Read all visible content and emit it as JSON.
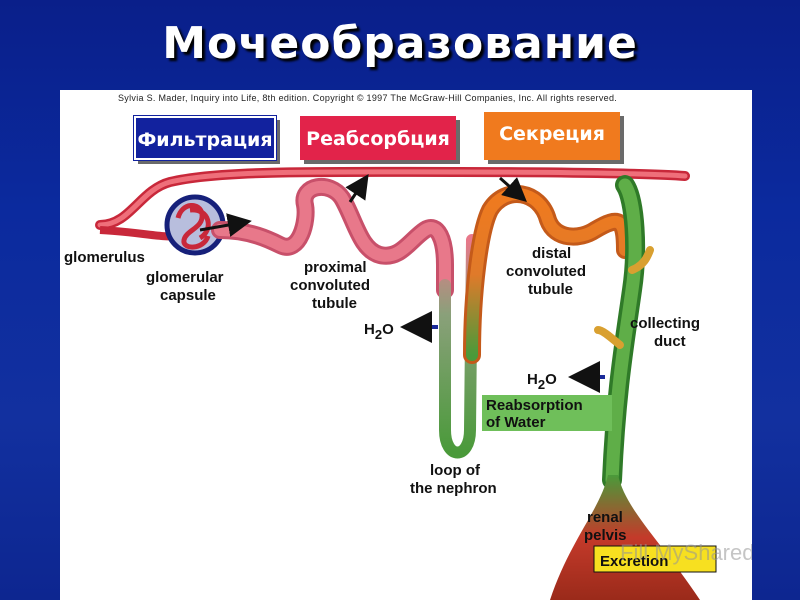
{
  "slide": {
    "title": "Мочеобразование",
    "copyright": "Sylvia S. Mader, Inquiry into Life, 8th edition. Copyright © 1997 The McGraw-Hill Companies, Inc. All rights reserved."
  },
  "stages": {
    "filtration": "Фильтрация",
    "reabsorption": "Реабсорбция",
    "secretion": "Секреция"
  },
  "labels": {
    "glomerulus": "glomerulus",
    "glomerular_capsule_1": "glomerular",
    "glomerular_capsule_2": "capsule",
    "proximal_1": "proximal",
    "proximal_2": "convoluted",
    "proximal_3": "tubule",
    "distal_1": "distal",
    "distal_2": "convoluted",
    "distal_3": "tubule",
    "collecting_1": "collecting",
    "collecting_2": "duct",
    "loop_1": "loop of",
    "loop_2": "the nephron",
    "renal_1": "renal",
    "renal_2": "pelvis",
    "water_main": "H",
    "water_sub": "2",
    "water_o": "O",
    "reabsorption_water_1": "Reabsorption",
    "reabsorption_water_2": "of Water",
    "excretion": "Excretion"
  },
  "watermark": "Fill MyShared",
  "colors": {
    "filtration": "#12229e",
    "reabsorption": "#e2234a",
    "secretion": "#f07a1e",
    "vessel": "#e04050",
    "tubule_pink": "#e8788a",
    "tubule_orange": "#f07a1e",
    "tubule_green": "#4a9a3a",
    "reabsorption_box": "#6fbf5a",
    "excretion_box": "#f7e020"
  }
}
